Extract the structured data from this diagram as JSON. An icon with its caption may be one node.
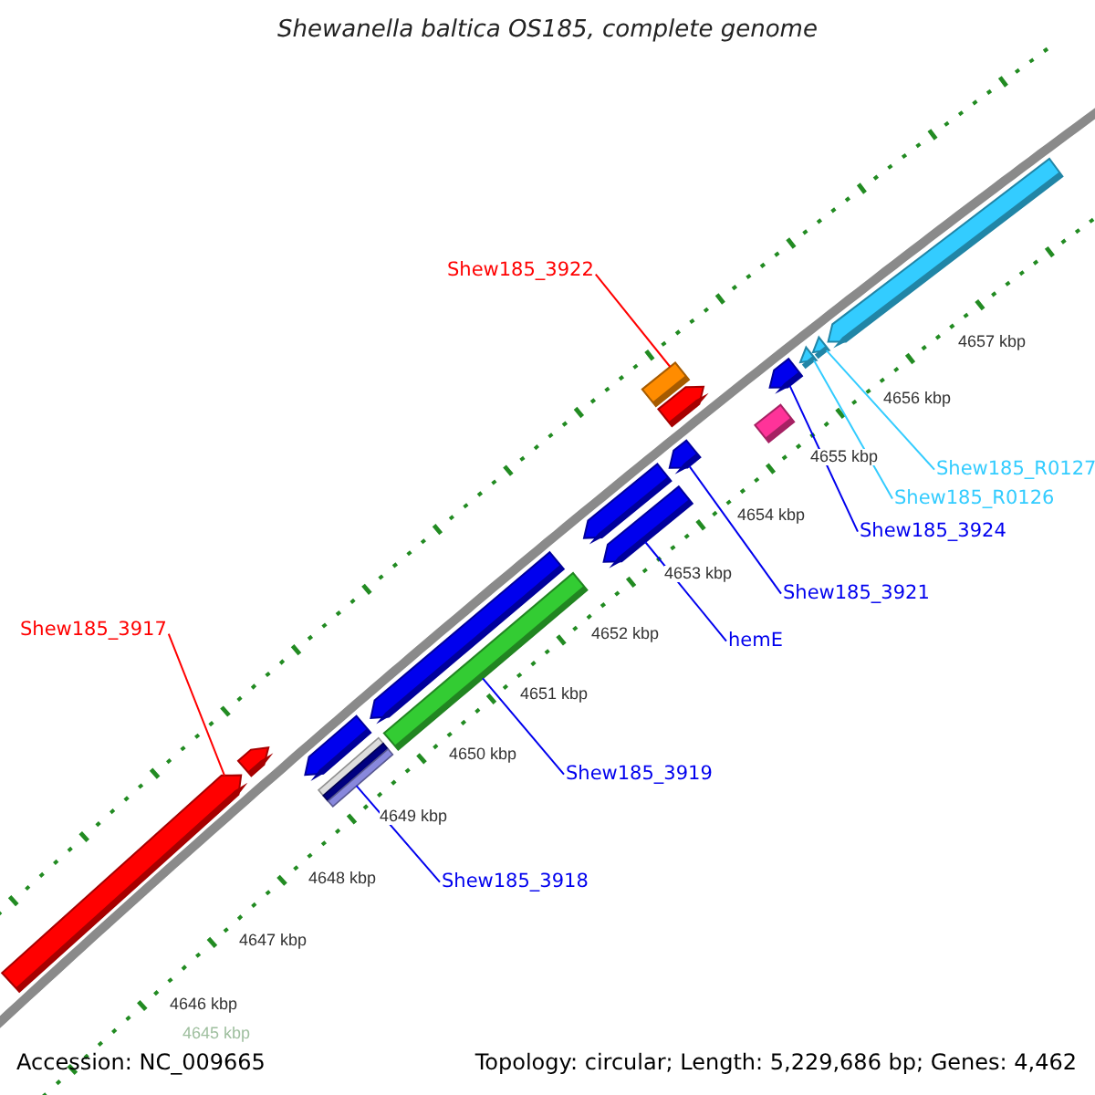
{
  "diagram": {
    "title": "Shewanella baltica OS185, complete genome",
    "nodes": [
      {
        "text": [
          "Shew185_3922"
        ]
      },
      {
        "text": [],
        "shape": "box"
      },
      {
        "text": [
          "Shew185_R0127"
        ]
      },
      {
        "text": [],
        "shape": "triangle"
      },
      {
        "text": [
          "Shew185_R0126"
        ]
      },
      {
        "text": [],
        "shape": "triangle"
      },
      {
        "text": [
          "Shew185_3924"
        ]
      },
      {
        "text": [],
        "shape": "arrow"
      },
      {
        "text": [
          "Shew185_3921"
        ]
      },
      {
        "text": [],
        "shape": "arrow"
      },
      {
        "text": [
          "hemE"
        ]
      },
      {
        "text": [],
        "shape": "arrow"
      },
      {
        "text": [
          "Shew185_3917"
        ]
      },
      {
        "text": [],
        "shape": "arrow"
      },
      {
        "text": [
          "Shew185_3919"
        ]
      },
      {
        "text": [],
        "shape": "box"
      },
      {
        "text": [
          "Shew185_3918"
        ]
      },
      {
        "text": [],
        "shape": "box"
      }
    ],
    "edges": [
      {
        "from": 0,
        "to": 1,
        "arrow": "none",
        "color": "#ff0000"
      },
      {
        "from": 2,
        "to": 3,
        "arrow": "none",
        "color": "#33ccff"
      },
      {
        "from": 4,
        "to": 5,
        "arrow": "none",
        "color": "#33ccff"
      },
      {
        "from": 6,
        "to": 7,
        "arrow": "none"
      },
      {
        "from": 8,
        "to": 9,
        "arrow": "none"
      },
      {
        "from": 10,
        "to": 11,
        "arrow": "none"
      },
      {
        "from": 12,
        "to": 13,
        "arrow": "none",
        "color": "#ff0000"
      },
      {
        "from": 14,
        "to": 15,
        "arrow": "none"
      },
      {
        "from": 16,
        "to": 17,
        "arrow": "none"
      }
    ],
    "labels": [
      "4657 kbp",
      "4656 kbp",
      "4655 kbp",
      "4654 kbp",
      "4653 kbp",
      "4652 kbp",
      "4651 kbp",
      "4650 kbp",
      "4649 kbp",
      "4648 kbp",
      "4647 kbp",
      "4646 kbp",
      "4645 kbp",
      "Accession: NC_009665",
      "Topology: circular; Length: 5,229,686 bp; Genes: 4,462"
    ]
  }
}
